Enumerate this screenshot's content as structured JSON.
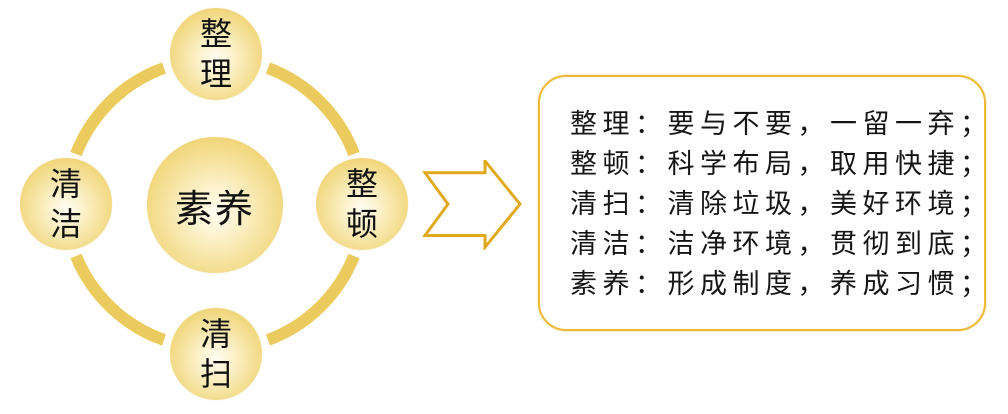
{
  "diagram": {
    "center": {
      "label": "素养"
    },
    "nodes": [
      {
        "position": "top",
        "label_line1": "整",
        "label_line2": "理"
      },
      {
        "position": "right",
        "label_line1": "整",
        "label_line2": "顿"
      },
      {
        "position": "bottom",
        "label_line1": "清",
        "label_line2": "扫"
      },
      {
        "position": "left",
        "label_line1": "清",
        "label_line2": "洁"
      }
    ],
    "colors": {
      "ring": "#EBCB5E",
      "circle_edge": "#E7C155",
      "circle_center": "#FFFDF3",
      "arrow_outline": "#E0A91C",
      "box_border": "#EDB934"
    }
  },
  "arrow": {
    "icon": "right-arrow-outline-icon"
  },
  "explanation": {
    "lines": [
      "整理：要与不要，一留一弃；",
      "整顿：科学布局，取用快捷；",
      "清扫：清除垃圾，美好环境；",
      "清洁：洁净环境，贯彻到底；",
      "素养：形成制度，养成习惯；"
    ]
  }
}
